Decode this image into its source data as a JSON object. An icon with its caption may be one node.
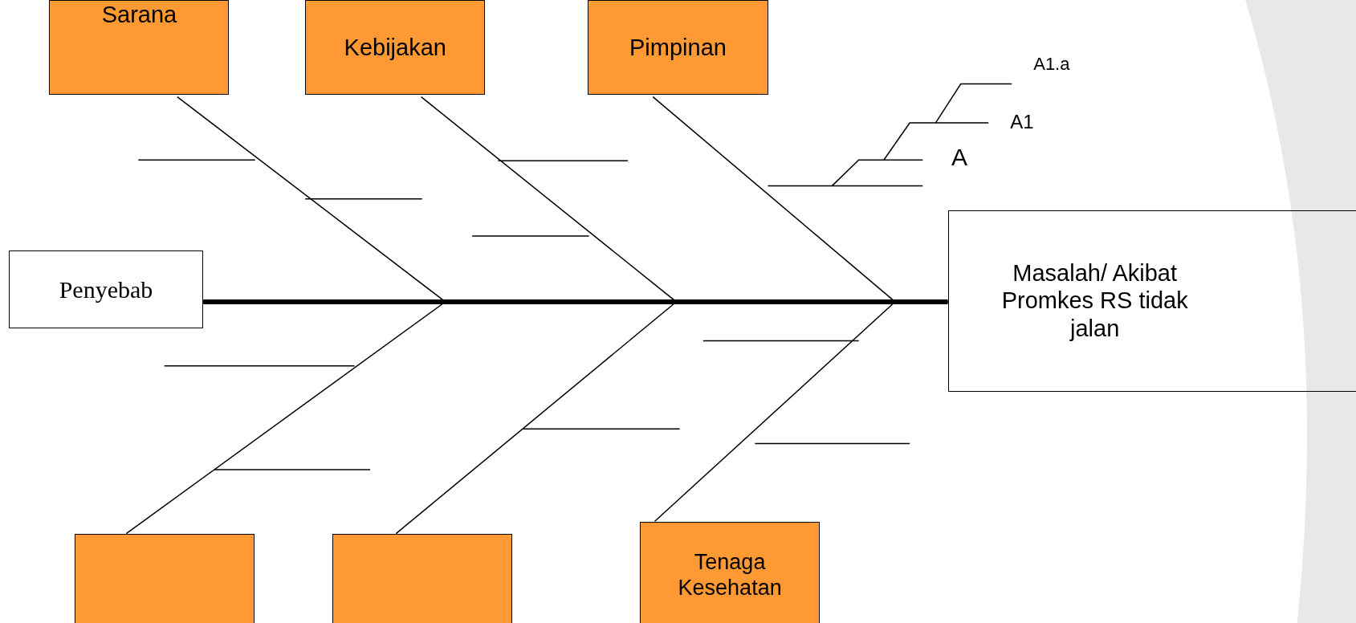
{
  "diagram": {
    "nodes": [
      {
        "text": [
          "Sarana"
        ]
      },
      {
        "text": [
          "Kebijakan"
        ]
      },
      {
        "text": [
          "Pimpinan"
        ]
      },
      {
        "text": [
          "Penyebab"
        ]
      },
      {
        "text": [
          "Masalah/ Akibat Promkes RS tidak jalan"
        ]
      },
      {
        "text": [],
        "shape": "box"
      },
      {
        "text": [],
        "shape": "box"
      },
      {
        "text": [
          "Tenaga Kesehatan"
        ]
      }
    ],
    "edges": [
      {
        "from": 3,
        "to": 4,
        "arrow": "none",
        "style": "thick"
      },
      {
        "from": 0,
        "to": 4,
        "arrow": "none"
      },
      {
        "from": 1,
        "to": 4,
        "arrow": "none"
      },
      {
        "from": 2,
        "to": 4,
        "arrow": "none"
      },
      {
        "from": 5,
        "to": 4,
        "arrow": "none"
      },
      {
        "from": 6,
        "to": 4,
        "arrow": "none"
      },
      {
        "from": 7,
        "to": 4,
        "arrow": "none"
      }
    ],
    "labels": [
      "A1.a",
      "A1",
      "A"
    ]
  }
}
